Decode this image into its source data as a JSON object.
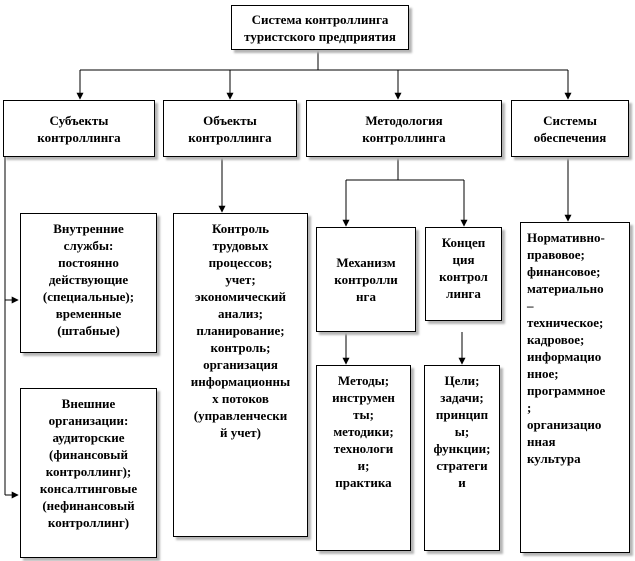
{
  "root": "Система контроллинга\nтуристского предприятия",
  "level1": {
    "subjects": "Субъекты\nконтроллинга",
    "objects": "Объекты\nконтроллинга",
    "methodology": "Методология\nконтроллинга",
    "support": "Системы\nобеспечения"
  },
  "subjects_children": {
    "internal": "Внутренние\nслужбы:\nпостоянно\nдействующие\n(специальные);\nвременные\n(штабные)",
    "external": "Внешние\nорганизации:\nаудиторские\n(финансовый\nконтроллинг);\nконсалтинговые\n(нефинансовый\nконтроллинг)"
  },
  "objects_child": "Контроль\nтрудовых\nпроцессов;\nучет;\nэкономический\nанализ;\nпланирование;\nконтроль;\nорганизация\nинформационны\nх потоков\n(управленчески\nй учет)",
  "methodology_children": {
    "mechanism": "Механизм\nконтролли\nнга",
    "concept": "Концеп\nция\nконтрол\nлинга",
    "methods": "Методы;\nинструмен\nты;\nметодики;\nтехнологи\nи;\nпрактика",
    "goals": "Цели;\nзадачи;\nпринцип\nы;\nфункции;\nстратеги\nи"
  },
  "support_child": "Нормативно-\nправовое;\nфинансовое;\nматериально\n–\nтехническое;\nкадровое;\nинформацио\nнное;\nпрограммное\n;\nорганизацио\nнная\nкультура"
}
